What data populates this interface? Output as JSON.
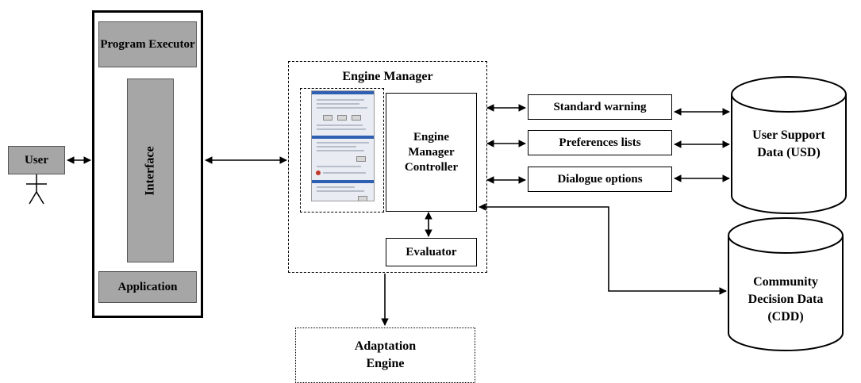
{
  "user": {
    "label": "User"
  },
  "container": {
    "program_executor": "Program Executor",
    "interface": "Interface",
    "application": "Application"
  },
  "engine_manager": {
    "title": "Engine Manager",
    "controller": "Engine Manager Controller",
    "evaluator": "Evaluator"
  },
  "outputs": {
    "standard_warning": "Standard warning",
    "preferences_lists": "Preferences lists",
    "dialogue_options": "Dialogue options"
  },
  "usd": {
    "label": "User Support Data (USD)"
  },
  "cdd": {
    "label": "Community Decision Data (CDD)"
  },
  "adaptation_engine": {
    "label": "Adaptation Engine"
  },
  "colors": {
    "gray_fill": "#a6a6a6",
    "stroke": "#000000"
  }
}
